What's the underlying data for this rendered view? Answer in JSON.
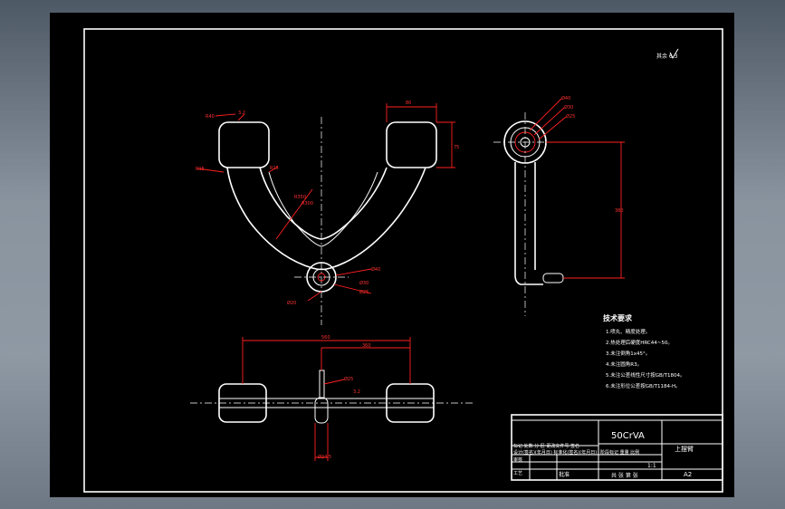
{
  "title_block": {
    "material": "50CrVA",
    "part_name": "上摆臂",
    "sheet_size": "A2",
    "scale": "1:1",
    "sheet_count": "共 张 第 张",
    "row1": "标记 处数 分 区 更改文件号 签名",
    "row2": "设计(签名)(年月日) 标准化(签名)(年月日)",
    "row3": "审核",
    "row4": "工艺",
    "approve": "批准",
    "stage_label": "阶段标记 重量 比例"
  },
  "roughness_note": "其余 6.3",
  "tech_requirements": {
    "heading": "技术要求",
    "items": [
      "1.喷丸、精度处理。",
      "2.热处理后硬度HRC44~50。",
      "3.未注倒角1x45°。",
      "4.未注圆角R3。",
      "5.未注公差线性尺寸按GB/T1804。",
      "6.未注形位公差按GB/T1184-H。"
    ]
  },
  "dims": {
    "overall_width": "560",
    "inner_width": "360",
    "pad_width": "80",
    "pad_height": "75",
    "side_height": "380",
    "shaft_dia": "Ø20",
    "bottom_dia": "Ø24.5",
    "arm_r1": "R350",
    "arm_r2": "R300",
    "pad_r": "R40",
    "fillet": "R15",
    "roughness": "3.2",
    "boss1": "Ø40",
    "boss2": "Ø30",
    "boss3": "Ø25"
  }
}
